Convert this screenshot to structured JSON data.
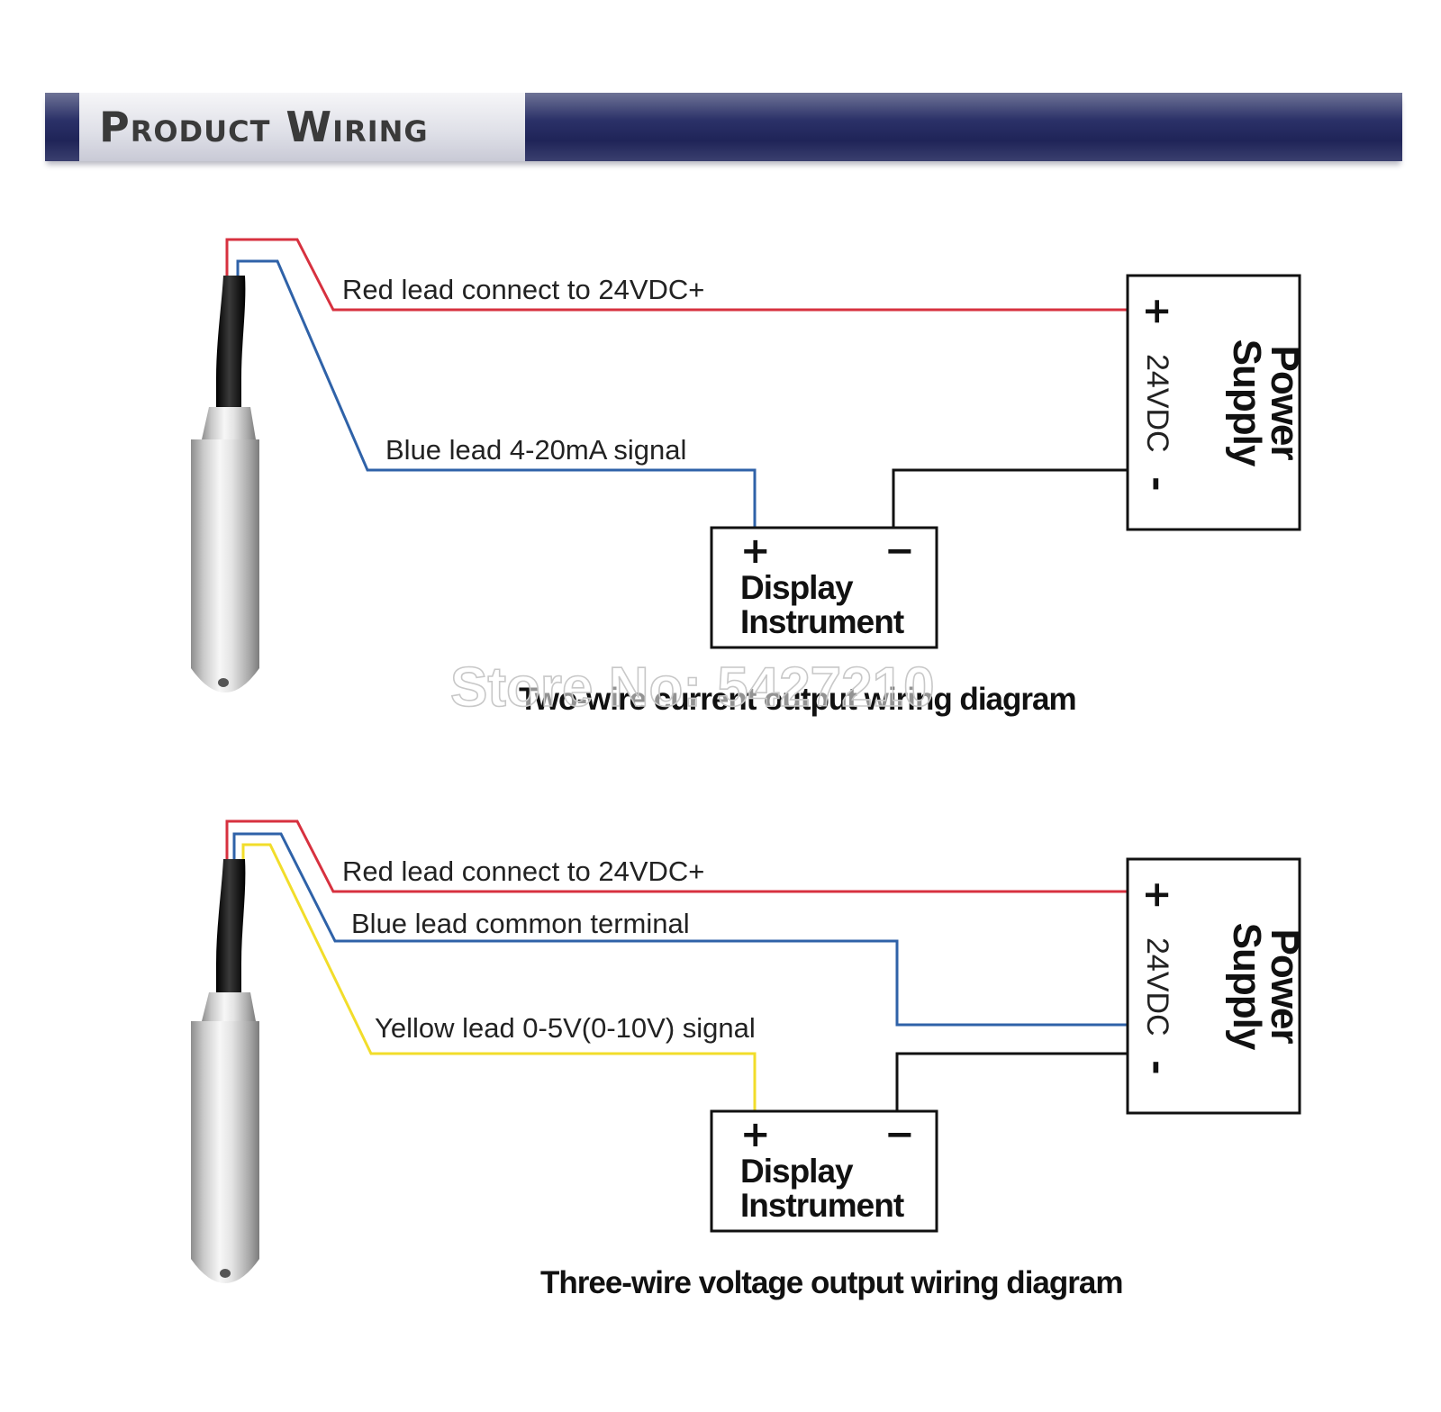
{
  "header": {
    "title": "Product Wiring"
  },
  "diagram1": {
    "red_label": "Red lead connect to 24VDC+",
    "blue_label": "Blue lead 4-20mA signal",
    "display_plus": "+",
    "display_minus": "−",
    "display_line1": "Display",
    "display_line2": "Instrument",
    "power_plus": "+",
    "power_minus": "-",
    "power_voltage": "24VDC",
    "power_line1": "Power",
    "power_line2": "Supply",
    "caption": "Two-wire current output wiring diagram"
  },
  "diagram2": {
    "red_label": "Red lead connect to 24VDC+",
    "blue_label": "Blue lead common terminal",
    "yellow_label": "Yellow lead 0-5V(0-10V) signal",
    "display_plus": "+",
    "display_minus": "−",
    "display_line1": "Display",
    "display_line2": "Instrument",
    "power_plus": "+",
    "power_minus": "-",
    "power_voltage": "24VDC",
    "power_line1": "Power",
    "power_line2": "Supply",
    "caption": "Three-wire voltage output wiring diagram"
  },
  "watermark": "Store No: 5427210",
  "colors": {
    "red_wire": "#d7313f",
    "blue_wire": "#2f62a8",
    "yellow_wire": "#f2dd2a",
    "black_wire": "#111111",
    "banner": "#1f2458"
  }
}
